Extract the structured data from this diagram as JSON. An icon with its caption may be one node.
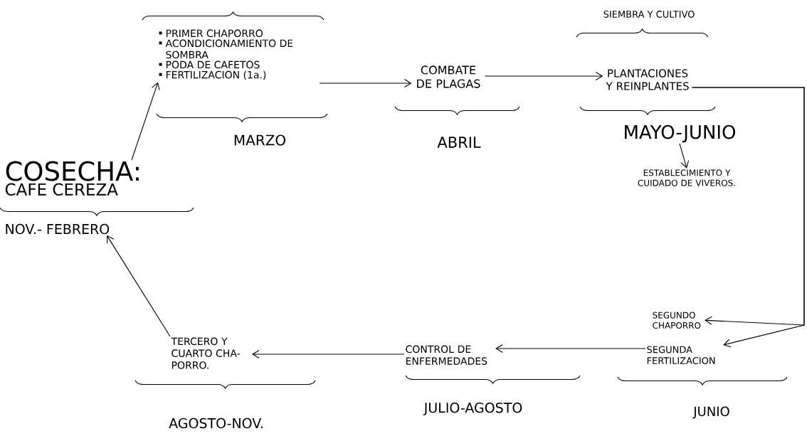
{
  "diagram": {
    "nodes": [
      {
        "text": [
          "COSECHA:",
          "CAFE CEREZA"
        ]
      },
      {
        "text": [
          "NOV.- FEBRERO"
        ]
      },
      {
        "text": [
          "PRIMER CHAPORRO",
          "ACONDICIONAMIENTO DE SOMBRA",
          "PODA DE CAFETOS",
          "FERTILIZACION (1a.)"
        ],
        "beside": [
          "MARZO"
        ]
      },
      {
        "text": [
          "COMBATE DE PLAGAS"
        ],
        "beside": [
          "ABRIL"
        ]
      },
      {
        "text": [
          "PLANTACIONES Y REINPLANTES"
        ]
      },
      {
        "text": [
          "MAYO-JUNIO"
        ]
      },
      {
        "text": [
          "ESTABLECIMIENTO Y CUIDADO DE VIVEROS."
        ]
      },
      {
        "text": [
          "SEGUNDO CHAPORRO"
        ]
      },
      {
        "text": [
          "SEGUNDA FERTILIZACION"
        ],
        "beside": [
          "JUNIO"
        ]
      },
      {
        "text": [
          "CONTROL DE ENFERMEDADES"
        ],
        "beside": [
          "JULIO-AGOSTO"
        ]
      },
      {
        "text": [
          "TERCERO Y CUARTO CHA- PORRO."
        ],
        "beside": [
          "AGOSTO-NOV."
        ]
      }
    ],
    "edges": [
      {
        "from": 0,
        "to": 2,
        "arrow": "to"
      },
      {
        "from": 2,
        "to": 3,
        "arrow": "to"
      },
      {
        "from": 3,
        "to": 4,
        "arrow": "to"
      },
      {
        "from": 5,
        "to": 6,
        "arrow": "to"
      },
      {
        "from": 4,
        "to": 7,
        "arrow": "to"
      },
      {
        "from": 4,
        "to": 8,
        "arrow": "to"
      },
      {
        "from": 8,
        "to": 9,
        "arrow": "to"
      },
      {
        "from": 9,
        "to": 10,
        "arrow": "to"
      },
      {
        "from": 10,
        "to": 1,
        "arrow": "to"
      }
    ],
    "labels": [
      "SIEMBRA Y CULTIVO"
    ]
  }
}
